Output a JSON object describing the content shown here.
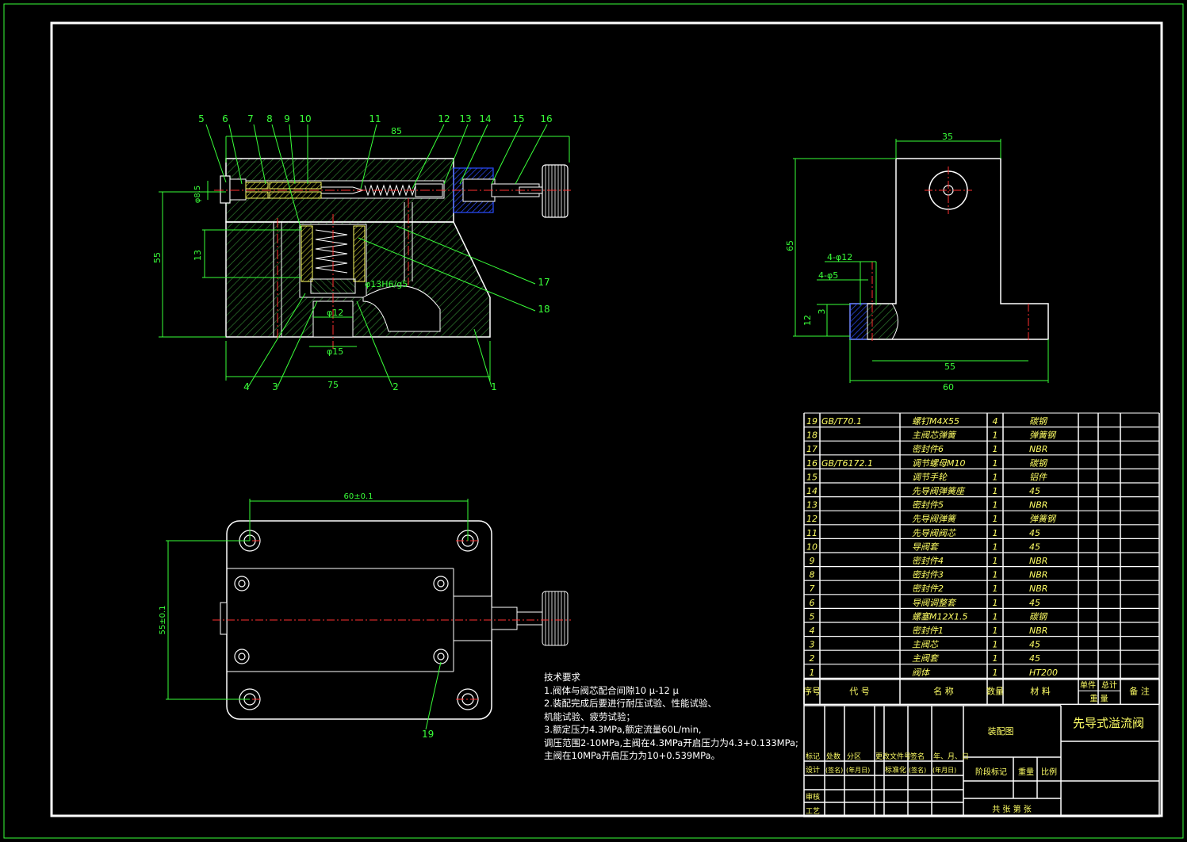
{
  "colors": {
    "background": "#000000",
    "frame": "#ffffff",
    "dimension": "#39ff39",
    "centerline": "#ff3030",
    "hatch": "#2f7a2f",
    "fitting": "#2a4cff"
  },
  "section_view": {
    "balloons": [
      "5",
      "6",
      "7",
      "8",
      "9",
      "10",
      "11",
      "12",
      "13",
      "14",
      "15",
      "16",
      "17",
      "18",
      "4",
      "3",
      "2",
      "1"
    ],
    "dims": {
      "overall_length": "85",
      "base_length": "75",
      "height": "55",
      "h13": "13",
      "pilot_dim": "φ8.5",
      "fit": "φ13H6/g5",
      "d12": "φ12",
      "d15": "φ15"
    }
  },
  "side_view": {
    "dims": {
      "width": "35",
      "height": "65",
      "holes_large": "4-φ12",
      "holes_small": "4-φ5",
      "d3": "3",
      "d12": "12",
      "hole_pitch": "55",
      "base": "60"
    }
  },
  "top_view": {
    "dims": {
      "pitch_x": "60±0.1",
      "pitch_y": "55±0.1"
    },
    "balloon": "19"
  },
  "tech_requirements": {
    "title": "技术要求",
    "lines": [
      "1.阀体与阀芯配合间隙10 μ-12 μ",
      "2.装配完成后要进行耐压试验、性能试验、",
      "机能试验、疲劳试验；",
      "3.额定压力4.3MPa,额定流量60L/min,",
      "调压范围2-10MPa,主阀在4.3MPa开启压力为4.3+0.133MPa;",
      "主阀在10MPa开启压力为10+0.539MPa。"
    ]
  },
  "bom": {
    "rows": [
      {
        "no": "19",
        "code": "GB/T70.1",
        "name": "螺钉M4X55",
        "qty": "4",
        "material": "碳钢"
      },
      {
        "no": "18",
        "code": "",
        "name": "主阀芯弹簧",
        "qty": "1",
        "material": "弹簧钢"
      },
      {
        "no": "17",
        "code": "",
        "name": "密封件6",
        "qty": "1",
        "material": "NBR"
      },
      {
        "no": "16",
        "code": "GB/T6172.1",
        "name": "调节螺母M10",
        "qty": "1",
        "material": "碳钢"
      },
      {
        "no": "15",
        "code": "",
        "name": "调节手轮",
        "qty": "1",
        "material": "铝件"
      },
      {
        "no": "14",
        "code": "",
        "name": "先导阀弹簧座",
        "qty": "1",
        "material": "45"
      },
      {
        "no": "13",
        "code": "",
        "name": "密封件5",
        "qty": "1",
        "material": "NBR"
      },
      {
        "no": "12",
        "code": "",
        "name": "先导阀弹簧",
        "qty": "1",
        "material": "弹簧钢"
      },
      {
        "no": "11",
        "code": "",
        "name": "先导阀阀芯",
        "qty": "1",
        "material": "45"
      },
      {
        "no": "10",
        "code": "",
        "name": "导阀套",
        "qty": "1",
        "material": "45"
      },
      {
        "no": "9",
        "code": "",
        "name": "密封件4",
        "qty": "1",
        "material": "NBR"
      },
      {
        "no": "8",
        "code": "",
        "name": "密封件3",
        "qty": "1",
        "material": "NBR"
      },
      {
        "no": "7",
        "code": "",
        "name": "密封件2",
        "qty": "1",
        "material": "NBR"
      },
      {
        "no": "6",
        "code": "",
        "name": "导阀调整套",
        "qty": "1",
        "material": "45"
      },
      {
        "no": "5",
        "code": "",
        "name": "螺塞M12X1.5",
        "qty": "1",
        "material": "碳钢"
      },
      {
        "no": "4",
        "code": "",
        "name": "密封件1",
        "qty": "1",
        "material": "NBR"
      },
      {
        "no": "3",
        "code": "",
        "name": "主阀芯",
        "qty": "1",
        "material": "45"
      },
      {
        "no": "2",
        "code": "",
        "name": "主阀套",
        "qty": "1",
        "material": "45"
      },
      {
        "no": "1",
        "code": "",
        "name": "阀体",
        "qty": "1",
        "material": "HT200"
      }
    ],
    "header": {
      "no": "序号",
      "code": "代 号",
      "name": "名 称",
      "qty": "数量",
      "material": "材 料",
      "unit": "单件",
      "total": "总计",
      "weight": "重 量",
      "remark": "备 注"
    }
  },
  "title_block": {
    "drawing_type": "装配图",
    "title": "先导式溢流阀",
    "mark": "标记",
    "count": "处数",
    "zone": "分区",
    "change_doc": "更改文件号",
    "sign": "签名",
    "ymd": "年、月、日",
    "design": "设计",
    "sign_paren": "(签名)",
    "date_paren": "(年月日)",
    "std": "标准化",
    "stage": "阶段标记",
    "weight": "重量",
    "scale": "比例",
    "review": "审核",
    "process": "工艺",
    "sheets": "共 张 第 张"
  }
}
